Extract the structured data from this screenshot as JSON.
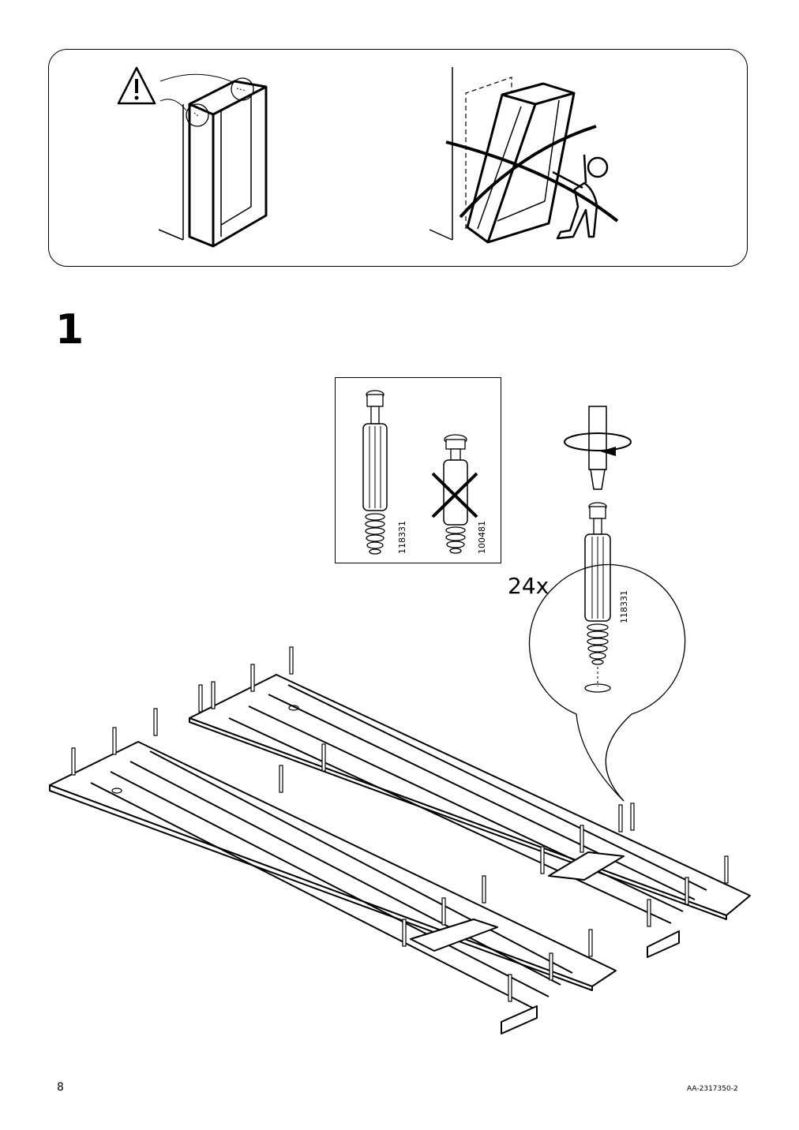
{
  "step": {
    "number": "1"
  },
  "parts": {
    "correct_code": "118331",
    "wrong_code": "100481",
    "detail_code": "118331",
    "quantity": "24x"
  },
  "footer": {
    "page_number": "8",
    "document_code": "AA-2317350-2"
  },
  "icons": {
    "warning": "warning-triangle-icon",
    "wrong": "cross-icon",
    "rotate": "rotate-arrow-icon"
  }
}
